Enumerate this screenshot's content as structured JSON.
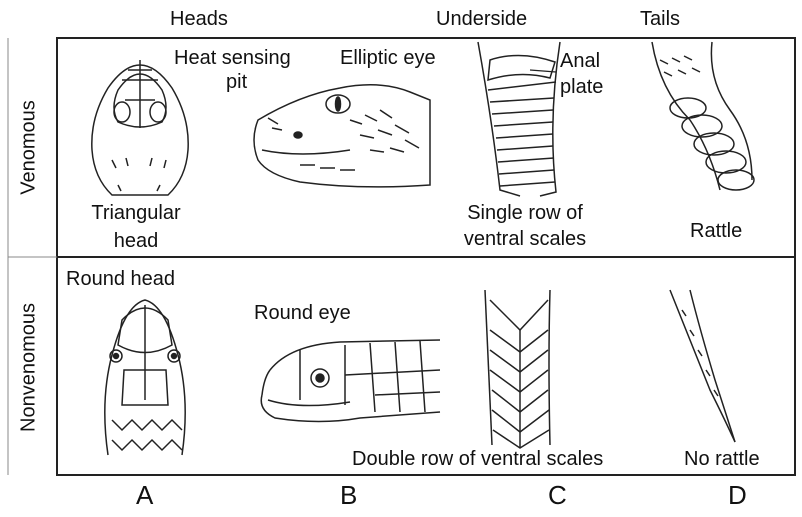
{
  "column_headers": {
    "heads": "Heads",
    "underside": "Underside",
    "tails": "Tails"
  },
  "row_labels": {
    "venomous": "Venomous",
    "nonvenomous": "Nonvenomous"
  },
  "venomous": {
    "head_label_line1": "Triangular",
    "head_label_line2": "head",
    "pit_label_line1": "Heat sensing",
    "pit_label_line2": "pit",
    "eye_label": "Elliptic eye",
    "anal_label_line1": "Anal",
    "anal_label_line2": "plate",
    "scales_label_line1": "Single row of",
    "scales_label_line2": "ventral scales",
    "tail_label": "Rattle"
  },
  "nonvenomous": {
    "head_label": "Round head",
    "eye_label": "Round eye",
    "scales_label": "Double row of ventral scales",
    "tail_label": "No rattle"
  },
  "column_letters": [
    "A",
    "B",
    "C",
    "D"
  ]
}
